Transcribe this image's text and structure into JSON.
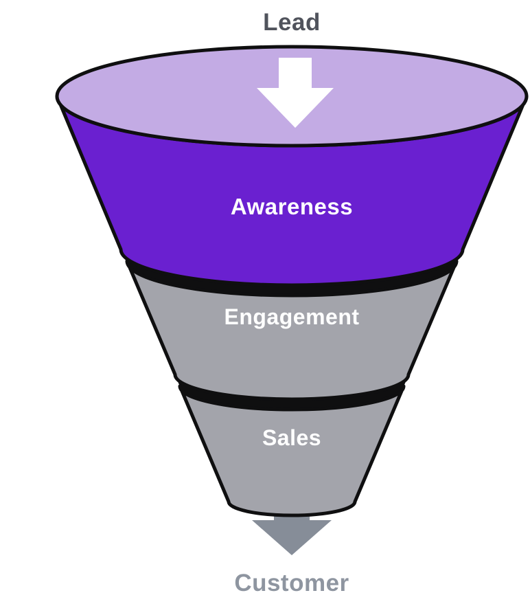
{
  "diagram": {
    "type": "marketing-funnel",
    "title": {
      "text": "Lead",
      "color": "#50535c"
    },
    "footer": {
      "text": "Customer",
      "color": "#8e95a0"
    },
    "outline_color": "#0f0f10",
    "mouth": {
      "fill": "#c3abe4",
      "entry_arrow_color": "#ffffff"
    },
    "stages": [
      {
        "label": "Awareness",
        "fill": "#6a20d0",
        "label_color": "#ffffff"
      },
      {
        "label": "Engagement",
        "fill": "#a3a4ab",
        "label_color": "#ffffff"
      },
      {
        "label": "Sales",
        "fill": "#a3a4ab",
        "label_color": "#ffffff"
      }
    ],
    "outlet_arrow_color": "#868d98"
  }
}
